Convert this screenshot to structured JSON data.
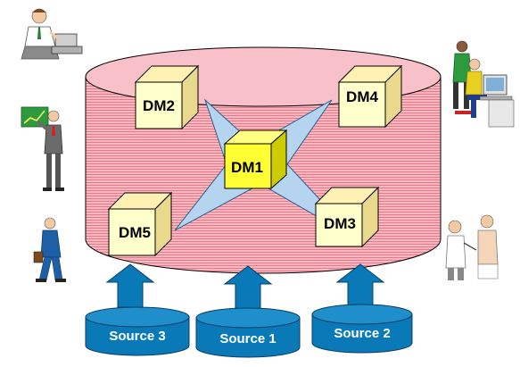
{
  "colors": {
    "cylinder_fill": "#f7b8c0",
    "cylinder_stripe": "#e8788a",
    "cube_front": "#ffffcc",
    "cube_top": "#fff0b3",
    "cube_side": "#e8d98c",
    "center_cube_front": "#ffff33",
    "center_cube_top": "#ffff80",
    "center_cube_side": "#cccc00",
    "star_fill": "#b4d4f0",
    "arrow_fill": "#0a79b8",
    "source_fill": "#0a79b8",
    "source_text": "#ffffff"
  },
  "data_marts": {
    "dm1": "DM1",
    "dm2": "DM2",
    "dm3": "DM3",
    "dm4": "DM4",
    "dm5": "DM5"
  },
  "sources": {
    "source1": "Source 1",
    "source2": "Source 2",
    "source3": "Source 3"
  },
  "people_icons": [
    "businessman-with-device-icon",
    "presenter-at-chart-icon",
    "walking-man-with-briefcase-icon",
    "two-people-at-computer-icon",
    "doctor-and-patient-icon"
  ]
}
